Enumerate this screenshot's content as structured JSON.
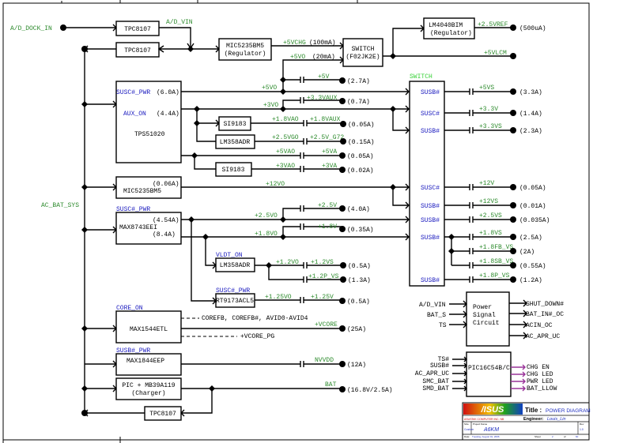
{
  "inputs": {
    "ad_dock_in": "A/D_DOCK_IN",
    "ad_vin": "A/D_VIN",
    "ac_bat_sys": "AC_BAT_SYS"
  },
  "blocks": {
    "tpc8107_top": "TPC8107",
    "tpc8107_mid": "TPC8107",
    "tpc8107_bot": "TPC8107",
    "mic_reg": {
      "line1": "MIC5235BM5",
      "line2": "(Regulator)"
    },
    "switch_f02": {
      "line1": "SWITCH",
      "line2": "(F02JK2E)"
    },
    "lm4040": {
      "line1": "LM4040BIM",
      "line2": "(Regulator)"
    },
    "tps51020": {
      "name": "TPS51020",
      "sig1": "SUSC#_PWR",
      "cur1": "(6.0A)",
      "sig2": "AUX_ON",
      "cur2": "(4.4A)"
    },
    "si9183_a": "SI9183",
    "lm358_a": "LM358ADR",
    "si9183_b": "SI9183",
    "mic5235_b": {
      "name": "MIC5235BM5",
      "cur": "(0.06A)"
    },
    "max8743": {
      "name": "MAX8743EEI",
      "sig": "SUSC#_PWR",
      "cur1": "(4.54A)",
      "cur2": "(8.4A)"
    },
    "lm358_b": {
      "name": "LM358ADR",
      "sig": "VLDT_ON"
    },
    "rt9173": {
      "name": "RT9173ACL5",
      "sig": "SUSC#_PWR"
    },
    "max1544": {
      "name": "MAX1544ETL",
      "sig": "CORE_ON"
    },
    "max1844": {
      "name": "MAX1844EEP",
      "sig": "SUSB#_PWR"
    },
    "charger": {
      "line1": "PIC + MB39A119",
      "line2": "(Charger)"
    },
    "switch_big": {
      "title": "SWITCH",
      "ports": [
        "SUSB#",
        "SUSC#",
        "SUSB#",
        "SUSC#",
        "SUSB#",
        "SUSB#",
        "SUSB#",
        "SUSB#"
      ]
    },
    "power_signal": {
      "line1": "Power",
      "line2": "Signal",
      "line3": "Circuit",
      "inputs": [
        "A/D_VIN",
        "BAT_S",
        "TS"
      ],
      "outputs": [
        "SHUT_DOWN#",
        "BAT_IN#_OC",
        "ACIN_OC",
        "AC_APR_UC"
      ]
    },
    "pic16": {
      "name": "PIC16C54B/C",
      "inputs": [
        "TS#",
        "SUSB#",
        "AC_APR_UC",
        "SMC_BAT",
        "SMD_BAT"
      ],
      "outputs": [
        "CHG EN",
        "CHG LED",
        "PWR LED",
        "BAT_LLOW"
      ]
    }
  },
  "rails": {
    "v5vchg": "+5VCHG",
    "v5vchg_cur": "(100mA)",
    "v5vo_sw": "+5VO",
    "v5vo_sw_cur": "(20mA)",
    "v2_5vref": "+2.5VREF",
    "v2_5vref_cur": "(500uA)",
    "v5vlcm": "+5VLCM",
    "v5v": "+5V",
    "v5v_cur": "(2.7A)",
    "v5vo": "+5VO",
    "v3_3vaux": "+3.3VAUX",
    "v3_3vaux_cur": "(0.7A)",
    "v3vo": "+3VO",
    "v1_8vao": "+1.8VAO",
    "v1_8vaux": "+1.8VAUX",
    "v1_8vaux_cur": "(0.05A)",
    "v2_5vgo": "+2.5VGO",
    "v2_5v_g72": "+2.5V_G72",
    "v2_5v_g72_cur": "(0.15A)",
    "v5vao": "+5VAO",
    "v5va": "+5VA",
    "v5va_cur": "(0.05A)",
    "v3vao": "+3VAO",
    "v3va": "+3VA",
    "v3va_cur": "(0.02A)",
    "v12vo": "+12VO",
    "v2_5vo": "+2.5VO",
    "v2_5v": "+2.5V",
    "v2_5v_cur": "(4.0A)",
    "v1_8vo": "+1.8VO",
    "v1_8v": "+1.8V",
    "v1_8v_cur": "(0.35A)",
    "v1_2vo": "+1.2VO",
    "v1_2vs": "+1.2VS",
    "v1_2vs_cur": "(0.5A)",
    "v1_2p_vs": "+1.2P_VS",
    "v1_2p_vs_cur": "(1.3A)",
    "v1_25vo": "+1.25VO",
    "v1_25v": "+1.25V",
    "v1_25v_cur": "(0.5A)",
    "corefb": "COREFB, COREFB#, AVID0-AVID4",
    "vcore": "+VCORE",
    "vcore_cur": "(25A)",
    "vcore_pg": "+VCORE_PG",
    "nvvdd": "NVVDD",
    "nvvdd_cur": "(12A)",
    "bat": "BAT",
    "bat_cur": "(16.8V/2.5A)"
  },
  "switch_outputs": [
    {
      "label": "+5VS",
      "cur": "(3.3A)"
    },
    {
      "label": "+3.3V",
      "cur": "(1.4A)"
    },
    {
      "label": "+3.3VS",
      "cur": "(2.3A)"
    },
    {
      "label": "+12V",
      "cur": "(0.05A)"
    },
    {
      "label": "+12VS",
      "cur": "(0.01A)"
    },
    {
      "label": "+2.5VS",
      "cur": "(0.035A)"
    },
    {
      "label": "+1.8VS",
      "cur": "(2.5A)"
    },
    {
      "label": "+1.8FB_VS",
      "cur": "(2A)"
    },
    {
      "label": "+1.8SB_VS",
      "cur": "(0.55A)"
    },
    {
      "label": "+1.8P_VS",
      "cur": "(1.2A)"
    }
  ],
  "title_block": {
    "logo": "/ISUS",
    "company": "ASUSTeK COMPUTER INC. NB",
    "title_label": "Title :",
    "title": "POWER DIAGRAM",
    "engineer_label": "Engineer:",
    "engineer": "Louis_Lin",
    "size_label": "Size",
    "size": "Custom",
    "project_label": "Project Name",
    "project": "A6KM",
    "rev_label": "Rev",
    "rev": "1.0",
    "date_label": "Date:",
    "date": "Tuesday, August 01, 2006",
    "sheet_label": "Sheet",
    "sheet": "2",
    "of_label": "of",
    "sheets": "60"
  }
}
